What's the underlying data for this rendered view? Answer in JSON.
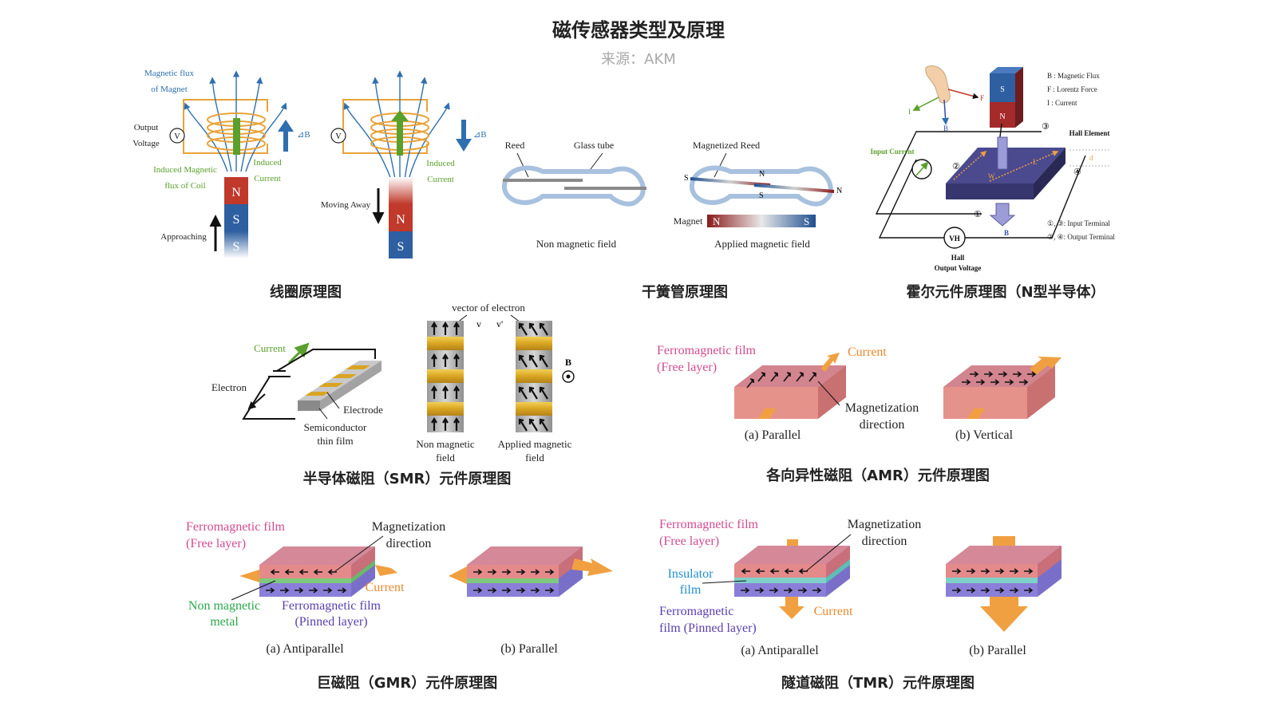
{
  "header": {
    "title": "磁传感器类型及原理",
    "source": "来源：AKM"
  },
  "coil": {
    "caption": "线圈原理图",
    "flux_magnet": [
      "Magnetic flux",
      "of Magnet"
    ],
    "output_voltage": [
      "Output",
      "Voltage"
    ],
    "voltmeter": "V",
    "delta_b": "⊿B",
    "induced_flux": [
      "Induced Magnetic",
      "flux of Coil"
    ],
    "induced_current": [
      "Induced",
      "Current"
    ],
    "approaching": "Approaching",
    "moving_away": "Moving Away",
    "pole_n": "N",
    "pole_s": "S"
  },
  "reed": {
    "caption": "干簧管原理图",
    "reed": "Reed",
    "glass_tube": "Glass tube",
    "magnetized_reed": "Magnetized Reed",
    "magnet": "Magnet",
    "non_field": "Non magnetic field",
    "applied_field": "Applied magnetic field",
    "pole_n": "N",
    "pole_s": "S"
  },
  "hall": {
    "caption": "霍尔元件原理图（N型半导体）",
    "legend": [
      "B : Magnetic Flux",
      "F : Lorentz Force",
      "I : Current"
    ],
    "hall_element": "Hall Element",
    "input_current": "Input Current",
    "terminals_in": "①, ③: Input Terminal",
    "terminals_out": "②, ④: Output Terminal",
    "hall_output": [
      "Hall",
      "Output Voltage"
    ],
    "vh": "VH",
    "b": "B",
    "f": "F",
    "i": "I",
    "w": "W",
    "l": "L",
    "d": "d",
    "n1": "①",
    "n2": "②",
    "n3": "③",
    "n4": "④",
    "pole_s": "S",
    "pole_n": "N"
  },
  "smr": {
    "caption": "半导体磁阻（SMR）元件原理图",
    "current": "Current",
    "electron": "Electron",
    "electrode": "Electrode",
    "semiconductor": [
      "Semiconductor",
      "thin film"
    ],
    "vector_of_electron": "vector of electron",
    "v": "v",
    "v_prime": "v'",
    "b": "B",
    "non_field": [
      "Non magnetic",
      "field"
    ],
    "applied_field": [
      "Applied magnetic",
      "field"
    ]
  },
  "amr": {
    "caption": "各向异性磁阻（AMR）元件原理图",
    "ferro_free": [
      "Ferromagnetic film",
      "(Free layer)"
    ],
    "current": "Current",
    "magnetization": [
      "Magnetization",
      "direction"
    ],
    "parallel": "(a) Parallel",
    "vertical": "(b) Vertical"
  },
  "gmr": {
    "caption": "巨磁阻（GMR）元件原理图",
    "ferro_free": [
      "Ferromagnetic film",
      "(Free layer)"
    ],
    "magnetization": [
      "Magnetization",
      "direction"
    ],
    "current": "Current",
    "non_magnetic": [
      "Non magnetic",
      "metal"
    ],
    "ferro_pinned": [
      "Ferromagnetic film",
      "(Pinned layer)"
    ],
    "antiparallel": "(a) Antiparallel",
    "parallel": "(b) Parallel"
  },
  "tmr": {
    "caption": "隧道磁阻（TMR）元件原理图",
    "ferro_free": [
      "Ferromagnetic film",
      "(Free layer)"
    ],
    "magnetization": [
      "Magnetization",
      "direction"
    ],
    "insulator": [
      "Insulator",
      "film"
    ],
    "current": "Current",
    "ferro_pinned": [
      "Ferromagnetic",
      "film (Pinned layer)"
    ],
    "antiparallel": "(a) Antiparallel",
    "parallel": "(b) Parallel"
  }
}
